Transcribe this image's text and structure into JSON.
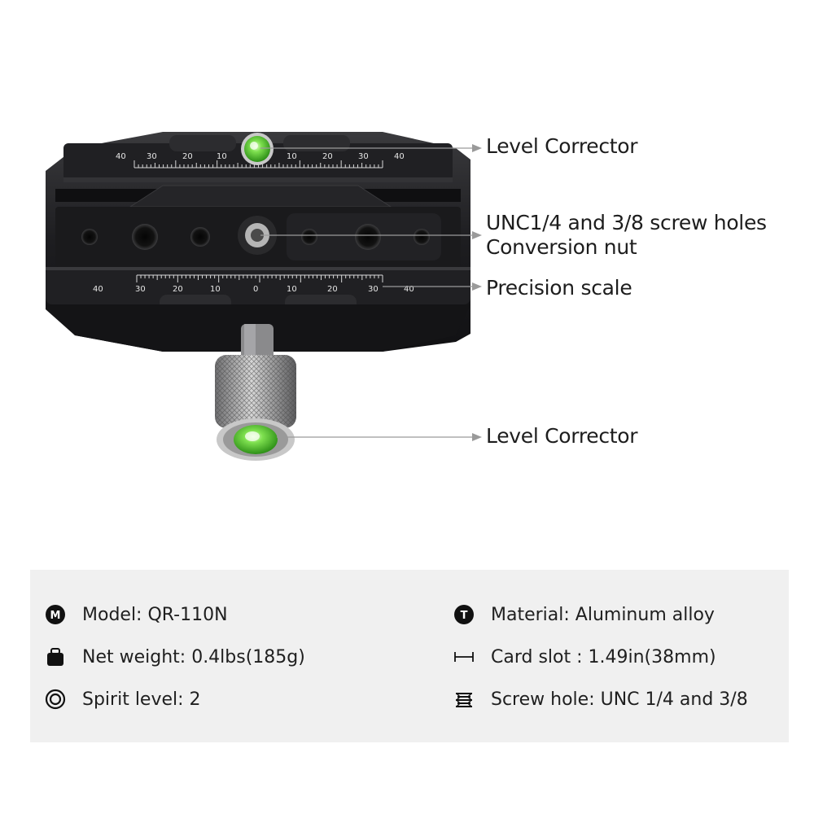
{
  "callouts": {
    "level_top": "Level Corrector",
    "screw_holes_line1": "UNC1/4 and 3/8 screw holes",
    "screw_holes_line2": "Conversion nut",
    "precision_scale": "Precision scale",
    "level_knob": "Level Corrector"
  },
  "scale_top": [
    "40",
    "30",
    "20",
    "10",
    "10",
    "20",
    "30",
    "40"
  ],
  "scale_bottom": [
    "40",
    "30",
    "20",
    "10",
    "0",
    "10",
    "20",
    "30",
    "40"
  ],
  "specs": {
    "model": {
      "icon": "m-badge-icon",
      "letter": "M",
      "text": "Model: QR-110N"
    },
    "weight": {
      "icon": "weight-icon",
      "text": "Net weight: 0.4lbs(185g)"
    },
    "spirit": {
      "icon": "spirit-level-icon",
      "text": "Spirit level: 2"
    },
    "material": {
      "icon": "t-badge-icon",
      "letter": "T",
      "text": "Material: Aluminum alloy"
    },
    "card_slot": {
      "icon": "width-measure-icon",
      "text": "Card slot : 1.49in(38mm)"
    },
    "screw_hole": {
      "icon": "spring-screw-icon",
      "text": "Screw hole: UNC 1/4 and 3/8"
    }
  },
  "colors": {
    "body": "#1c1c1e",
    "bubble": "#5fd23a",
    "panel": "#f0f0f0",
    "leader": "#9a9a9a"
  }
}
